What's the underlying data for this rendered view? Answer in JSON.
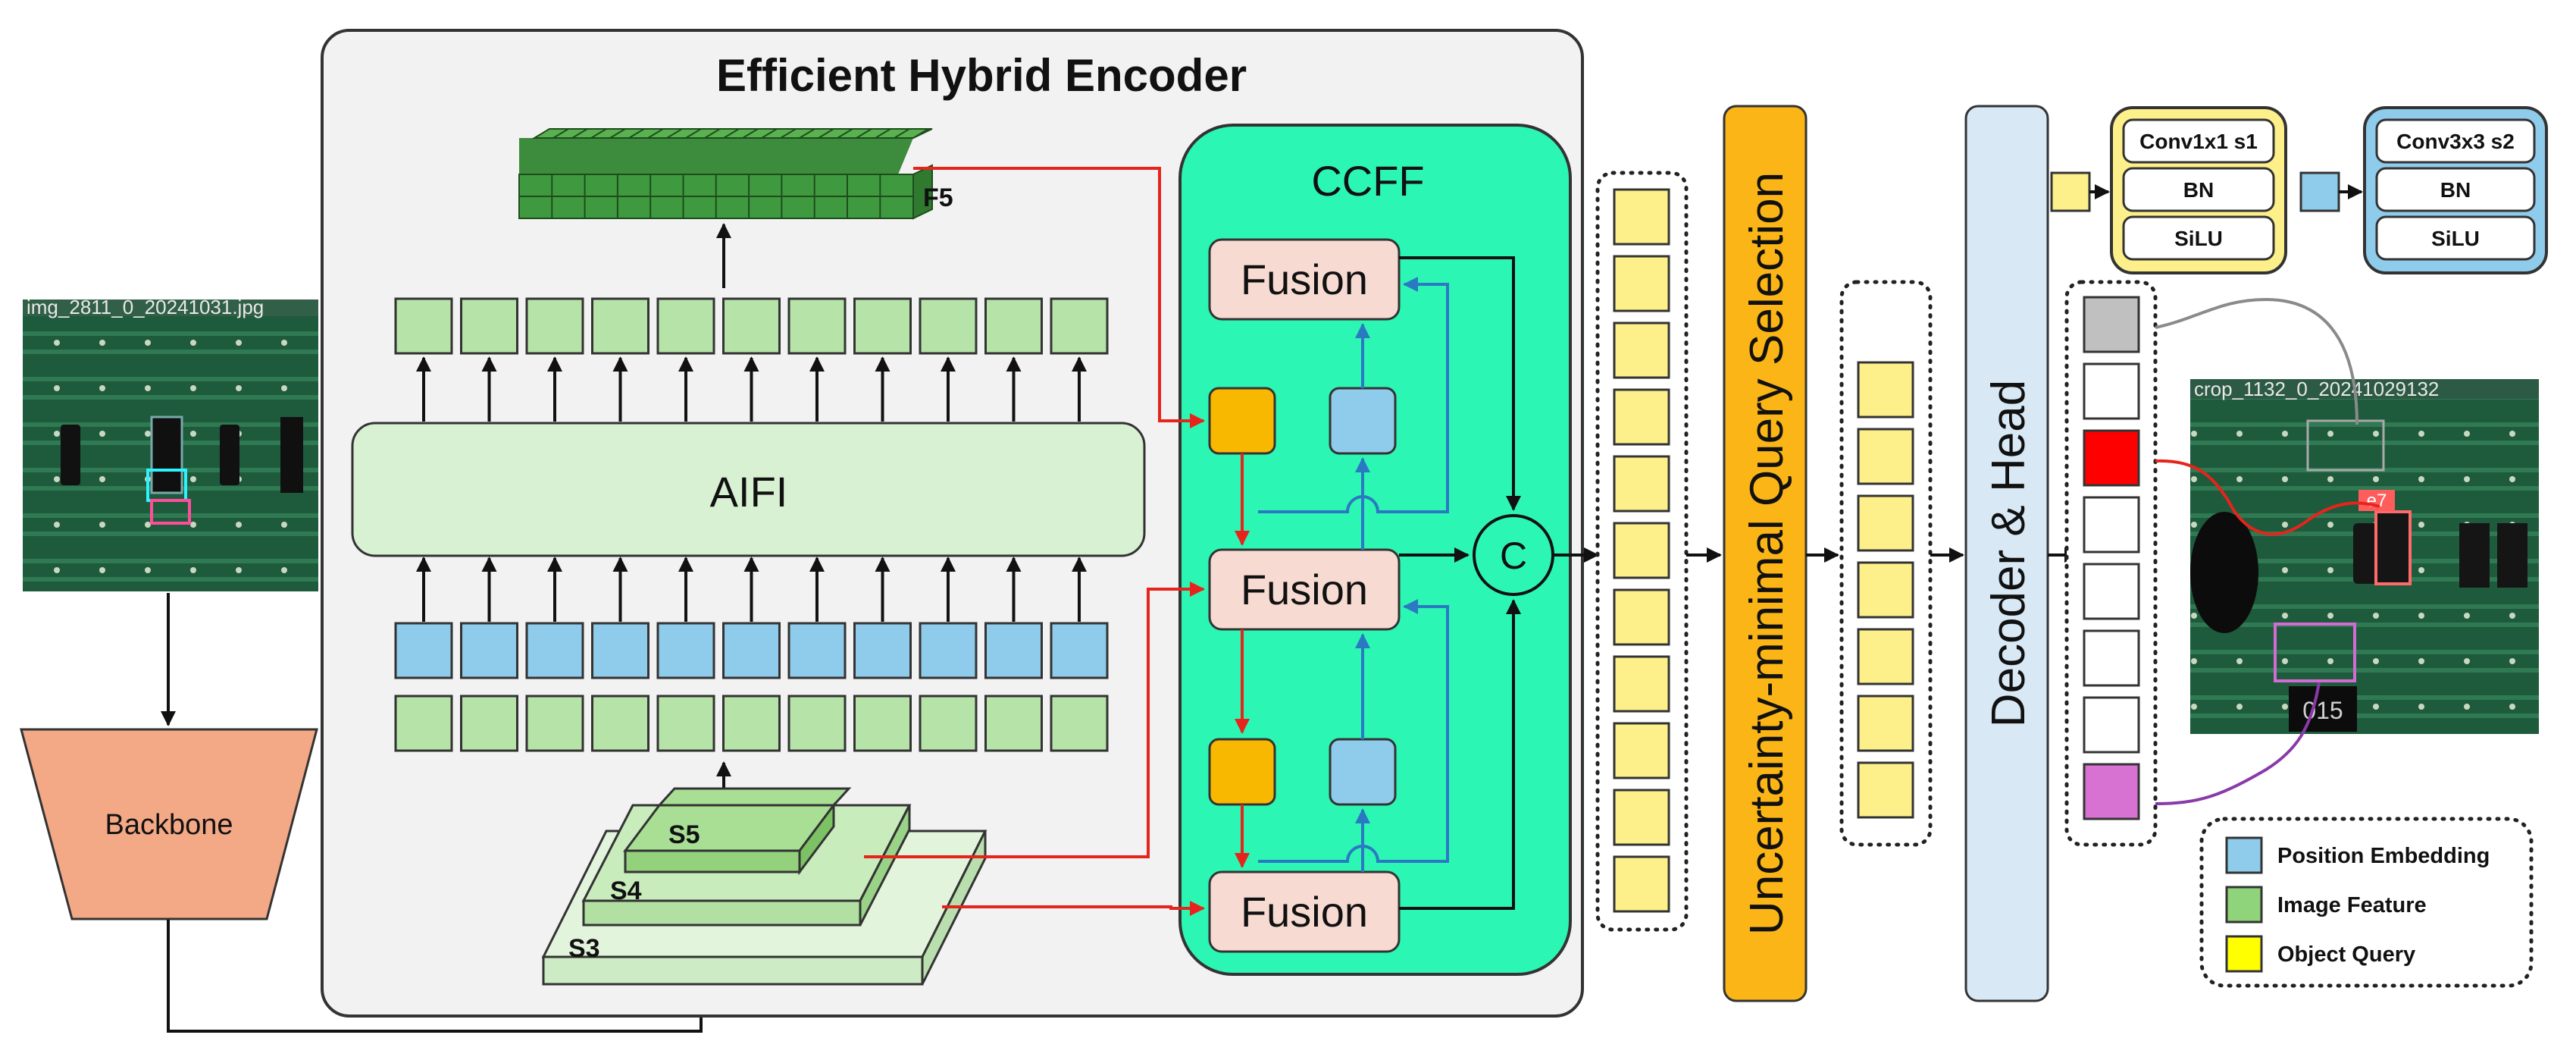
{
  "encoder": {
    "title": "Efficient Hybrid Encoder"
  },
  "feature_map_label": "F5",
  "aifi_label": "AIFI",
  "ccff": {
    "title": "CCFF",
    "fusion_label": "Fusion",
    "concat_symbol": "C"
  },
  "stages": {
    "s5": "S5",
    "s4": "S4",
    "s3": "S3"
  },
  "backbone_label": "Backbone",
  "query_selection_label": "Uncertainty-minimal Query Selection",
  "decoder_label": "Decoder & Head",
  "conv_blocks": {
    "block1": [
      "Conv1x1 s1",
      "BN",
      "SiLU"
    ],
    "block2": [
      "Conv3x3 s2",
      "BN",
      "SiLU"
    ]
  },
  "legend": {
    "position_embedding": "Position Embedding",
    "image_feature": "Image Feature",
    "object_query": "Object Query"
  },
  "photo_labels": {
    "input_caption": "img_2811_0_20241031.jpg",
    "output_caption": "crop_1132_0_20241029132",
    "chip_code": "015",
    "detection_tag": "e7"
  },
  "colors": {
    "object_query": "#fdf08a",
    "image_feature": "#b6e3a8",
    "position_embedding": "#8fcbea",
    "ccff_fill": "#2cf6b3",
    "fusion_fill": "#f7dbd2",
    "backbone_fill": "#f3a886",
    "query_selection_fill": "#fbb516",
    "decoder_fill": "#d8e8f4",
    "orange_node": "#f8b800",
    "red_arrow": "#e6241c",
    "blue_arrow": "#2b79c2"
  },
  "icons": [
    "arrow",
    "concat-circle",
    "stacked-pyramid",
    "feature-grid"
  ]
}
